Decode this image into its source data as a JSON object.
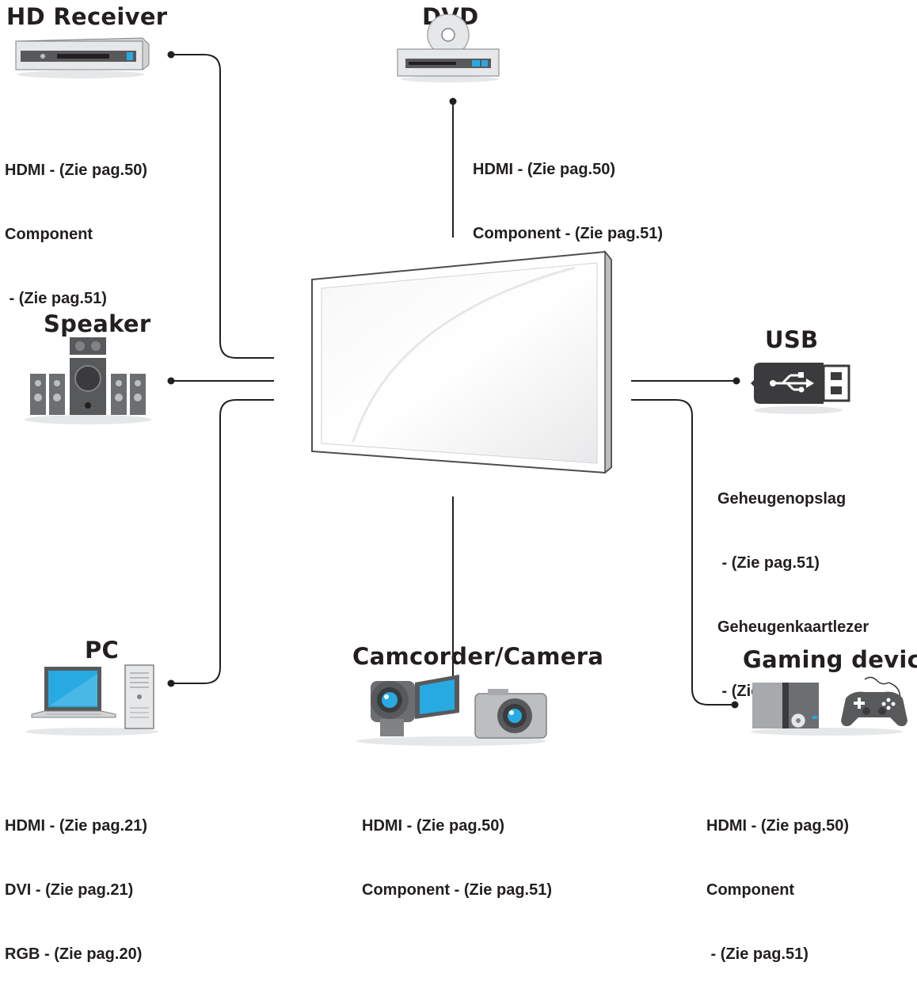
{
  "devices": {
    "hd_receiver": {
      "title": "HD Receiver",
      "lines": [
        "HDMI - (Zie pag.50)",
        "Component",
        " - (Zie pag.51)"
      ]
    },
    "dvd": {
      "title": "DVD",
      "lines": [
        "HDMI - (Zie pag.50)",
        "Component - (Zie pag.51)"
      ]
    },
    "speaker": {
      "title": "Speaker",
      "lines": []
    },
    "usb": {
      "title": "USB",
      "lines": [
        "Geheugenopslag",
        " - (Zie pag.51)",
        "Geheugenkaartlezer",
        " - (Zie pag.51)"
      ]
    },
    "pc": {
      "title": "PC",
      "lines": [
        "HDMI - (Zie pag.21)",
        "DVI - (Zie pag.21)",
        "RGB - (Zie pag.20)"
      ]
    },
    "camcorder": {
      "title": "Camcorder/Camera",
      "lines": [
        "HDMI - (Zie pag.50)",
        "Component - (Zie pag.51)"
      ]
    },
    "gaming": {
      "title": "Gaming device",
      "lines": [
        "HDMI - (Zie pag.50)",
        "Component",
        " - (Zie pag.51)"
      ]
    }
  },
  "icons": {
    "hd_receiver": "hd-receiver-icon",
    "dvd": "dvd-player-icon",
    "speaker": "speaker-system-icon",
    "usb": "usb-drive-icon",
    "pc": "laptop-and-tower-icon",
    "camcorder": "camcorder-and-camera-icon",
    "gaming": "game-console-and-controller-icon",
    "display": "display-panel-icon"
  },
  "colors": {
    "text": "#231f20",
    "wire": "#231f20",
    "panel_edge": "#4d4d4f",
    "screen_blue": "#3a9bd5"
  }
}
